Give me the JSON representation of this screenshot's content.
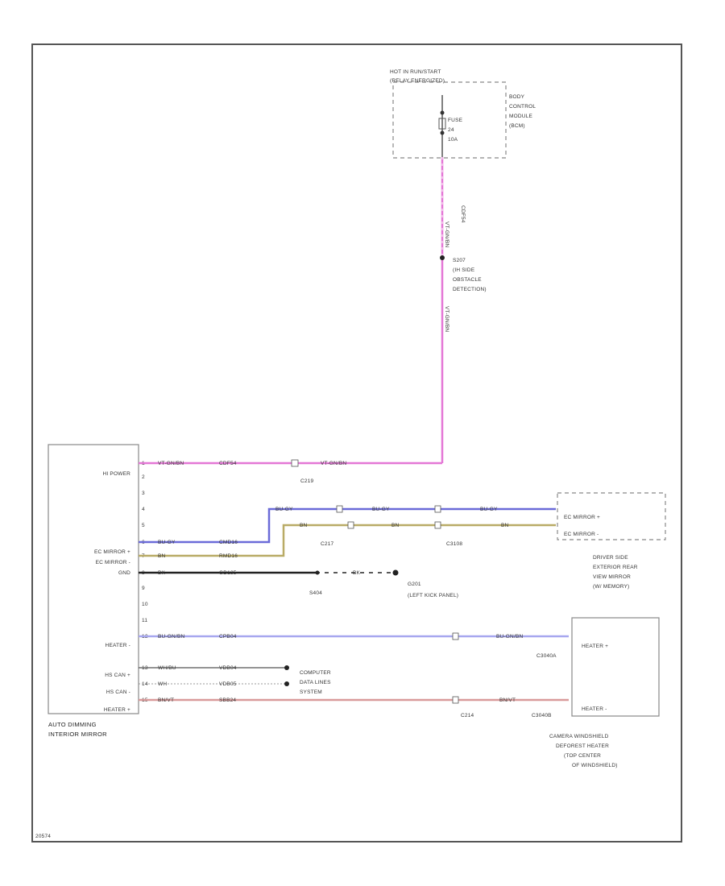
{
  "frame_id": "20574",
  "module": {
    "name": "AUTO DIMMING INTERIOR MIRROR",
    "line1": "AUTO DIMMING",
    "line2": "INTERIOR MIRROR",
    "pins": [
      "1",
      "2",
      "3",
      "4",
      "5",
      "6",
      "7",
      "8",
      "9",
      "10",
      "11",
      "12",
      "13",
      "14",
      "15"
    ],
    "pin_labels": {
      "power": "HI POWER",
      "ec_mirror_pos": "EC MIRROR +",
      "ec_mirror_neg": "EC MIRROR -",
      "gnd": "GND",
      "heater_neg": "HEATER -",
      "hs_can_pos": "HS CAN +",
      "hs_can_neg": "HS CAN -",
      "heater_pos": "HEATER +"
    }
  },
  "top_box": {
    "header1": "HOT IN RUN/START",
    "header2": "(RELAY ENERGIZED)",
    "fuse": [
      "FUSE",
      "24",
      "10A"
    ],
    "bcm": [
      "BODY",
      "CONTROL",
      "MODULE",
      "(BCM)"
    ]
  },
  "wires": {
    "power_circuit": "CDF54",
    "power_color": "VT-GN/BN",
    "ckt_vertical": "CDF54",
    "splice_s207": [
      "S207",
      "(IH SIDE",
      "OBSTACLE",
      "DETECTION)"
    ],
    "c219": "C219",
    "c217": "C217",
    "c310": "C3108",
    "bu_gy": "BU-GY",
    "bn": "BN",
    "ckt_ec_pos": "CMD16",
    "ckt_ec_neg": "RMD16",
    "blk": "BK",
    "ckt_gnd": "GD135",
    "s404": "S404",
    "g201": [
      "G201",
      "(LEFT KICK PANEL)"
    ],
    "heater_circuit": "CPB04",
    "heater_color": "BU-GN/BN",
    "hs_can_p_color": "WH/BU",
    "hs_can_n_color": "WH",
    "ckt_can_p": "VDB04",
    "ckt_can_n": "VDB05",
    "computer": [
      "COMPUTER",
      "DATA LINES",
      "SYSTEM"
    ],
    "heater_pos_ckt": "SBB24",
    "heater_pos_color": "BN/VT",
    "c214": "C214",
    "c3040a": "C3040A",
    "c3040b": "C3040B"
  },
  "driver_mirror": {
    "pins": [
      "EC MIRROR +",
      "EC MIRROR -"
    ],
    "caption": [
      "DRIVER SIDE",
      "EXTERIOR REAR",
      "VIEW MIRROR",
      "(W/ MEMORY)"
    ]
  },
  "camera_heater": {
    "pins": [
      "HEATER +",
      "HEATER -"
    ],
    "caption": [
      "CAMERA WINDSHIELD",
      "DEFOREST HEATER",
      "(TOP CENTER",
      "OF WINDSHIELD)"
    ]
  },
  "colors": {
    "pink": "#e477d6",
    "blue": "#6b6bd8",
    "tan": "#b9ab66",
    "black": "#222222",
    "heater_blue": "#a7a7ef",
    "red": "#d99a9a",
    "frame": "#555555"
  }
}
